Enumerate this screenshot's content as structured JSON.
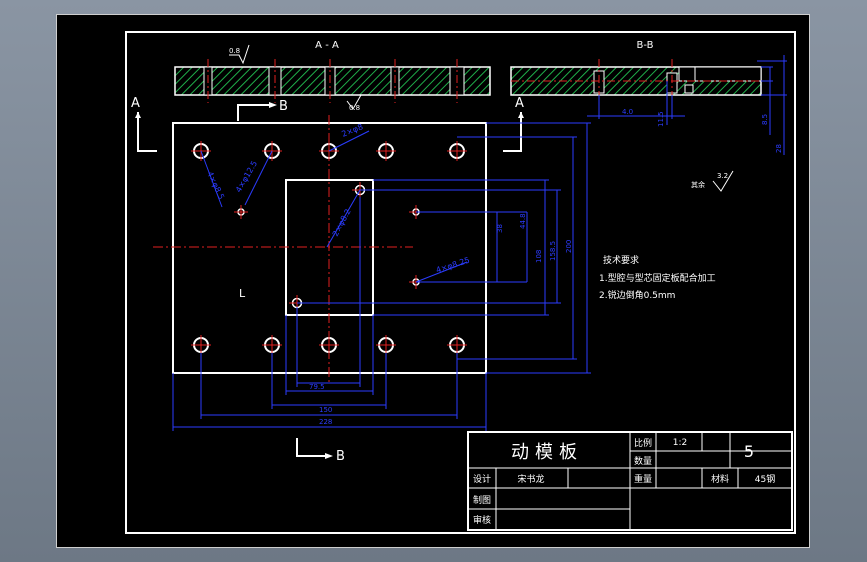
{
  "drawing": {
    "section_aa_label": "A - A",
    "section_bb_label": "B-B",
    "view_a_left": "A",
    "view_a_right": "A",
    "view_b_top": "B",
    "view_b_bottom": "B",
    "roughness_top": "0.8",
    "roughness_mid": "0.8",
    "roughness_other_prefix": "其余",
    "roughness_other_value": "3.2",
    "datum_mark": "L"
  },
  "dimensions": {
    "hole_2xphi8": "2×φ8",
    "hole_4xphi8_5": "4×φ8.5",
    "hole_4xphi12_5": "4×φ12.5",
    "hole_2xphi8_2": "2×φ8.2",
    "hole_4xphi8_25": "4×φ8.25",
    "v38": "38",
    "v44_8": "44.8",
    "v108": "108",
    "v158_5": "158.5",
    "v200": "200",
    "h79_5": "79.5",
    "h150": "150",
    "h228": "228",
    "bb_4_ht": "4.0",
    "bb_11_5": "11.5",
    "bb_8_5": "8.5",
    "bb_28": "28"
  },
  "tech_requirements": {
    "title": "技术要求",
    "item1": "1.型腔与型芯固定板配合加工",
    "item2": "2.锐边倒角0.5mm"
  },
  "title_block": {
    "part_name": "动模板",
    "scale_label": "比例",
    "scale_value": "1:2",
    "quantity_label": "数量",
    "sheet_number": "5",
    "design_label": "设计",
    "designer": "宋书龙",
    "weight_label": "重量",
    "material_label": "材料",
    "material_value": "45钢",
    "drawn_label": "制图",
    "check_label": "审核"
  }
}
